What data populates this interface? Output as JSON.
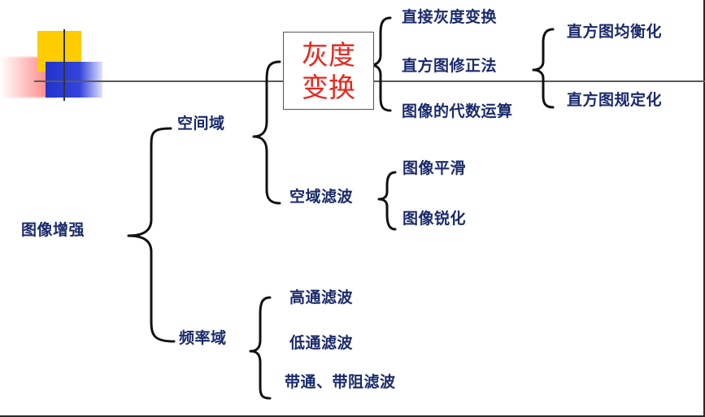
{
  "root": "图像增强",
  "spatial": {
    "label": "空间域",
    "gray_transform": "灰度变换",
    "gray_items": [
      "直接灰度变换",
      "直方图修正法",
      "图像的代数运算"
    ],
    "histogram_items": [
      "直方图均衡化",
      "直方图规定化"
    ],
    "filter": {
      "label": "空域滤波",
      "items": [
        "图像平滑",
        "图像锐化"
      ]
    }
  },
  "frequency": {
    "label": "频率域",
    "items": [
      "高通滤波",
      "低通滤波",
      "带通、带阻滤波"
    ]
  },
  "colors": {
    "label_text": "#1a2a6c",
    "highlight_text": "#e8261c",
    "deco_yellow": "#ffcc00",
    "deco_blue": "#2233cc",
    "deco_red": "#ff5a5a"
  }
}
